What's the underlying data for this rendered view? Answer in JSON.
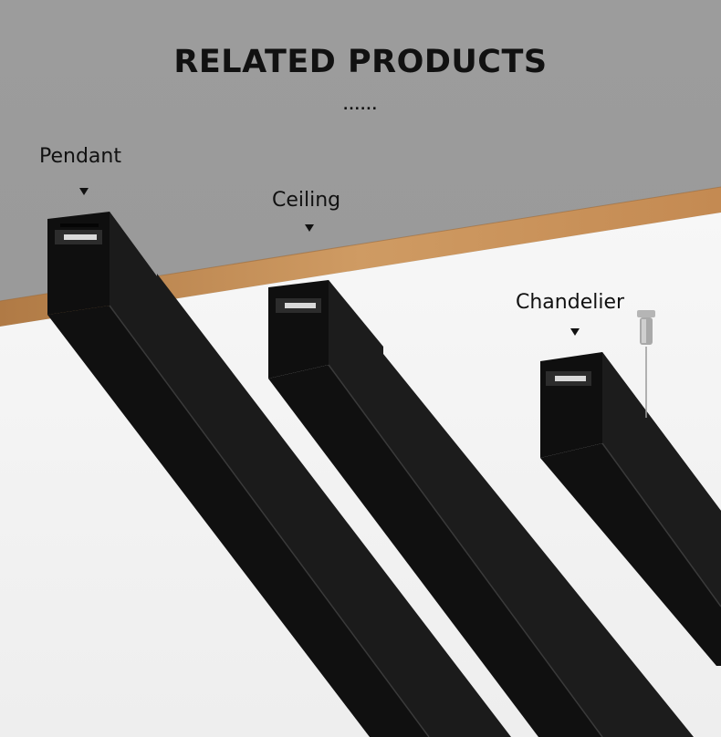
{
  "header": {
    "title": "RELATED PRODUCTS",
    "dots": "......"
  },
  "products": [
    {
      "label": "Pendant"
    },
    {
      "label": "Ceiling"
    },
    {
      "label": "Chandelier"
    }
  ],
  "colors": {
    "wall": "#9a9a9a",
    "ceiling_panel": "#f2f2f2",
    "wood_trim": "#c9935c",
    "profile": "#111111",
    "text": "#111111"
  },
  "icons": [
    "down-triangle-icon",
    "suspension-clip-icon"
  ]
}
